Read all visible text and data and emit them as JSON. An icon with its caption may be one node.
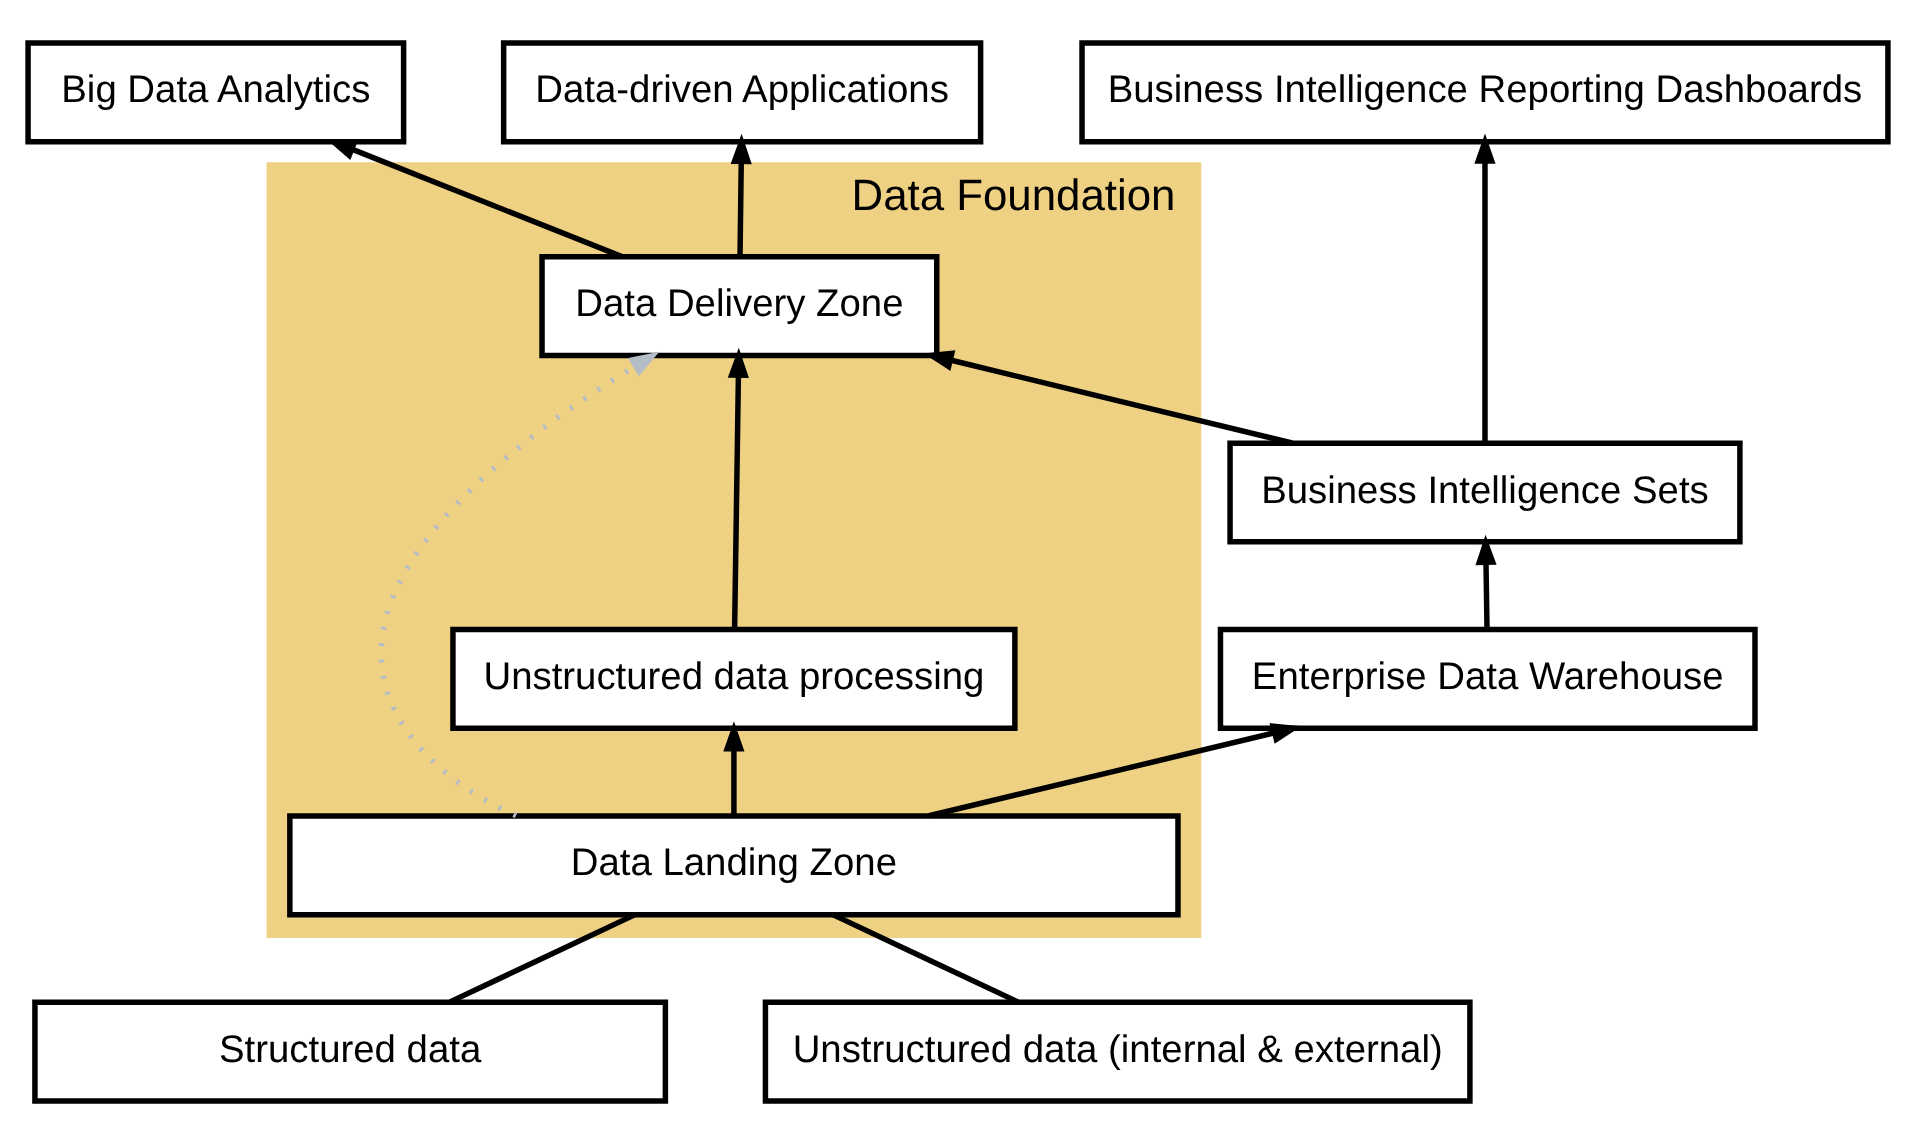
{
  "diagram": {
    "nodes": [
      {
        "text": [
          "Business Intelligence Reporting Dashboards"
        ]
      },
      {
        "text": [
          "Big Data Analytics"
        ]
      },
      {
        "text": [
          "Data-driven Applications"
        ]
      },
      {
        "text": [
          "Data Foundation"
        ]
      },
      {
        "text": [
          "Data Delivery Zone"
        ],
        "in": 3
      },
      {
        "text": [
          "Business Intelligence Sets"
        ]
      },
      {
        "text": [
          "Enterprise Data Warehouse"
        ]
      },
      {
        "text": [
          "Unstructured data processing"
        ],
        "in": 3
      },
      {
        "text": [
          "Data Landing Zone"
        ],
        "in": 3
      },
      {
        "text": [
          "Structured data"
        ]
      },
      {
        "text": [
          "Unstructured data (internal & external)"
        ]
      }
    ],
    "edges": [
      {
        "from": 9,
        "to": 8,
        "arrow": "none"
      },
      {
        "from": 10,
        "to": 8,
        "arrow": "none"
      },
      {
        "from": 8,
        "to": 6,
        "arrow": "to"
      },
      {
        "from": 8,
        "to": 7,
        "arrow": "to"
      },
      {
        "from": 6,
        "to": 5,
        "arrow": "to"
      },
      {
        "from": 5,
        "to": 0,
        "arrow": "to"
      },
      {
        "from": 5,
        "to": 4,
        "arrow": "to"
      },
      {
        "from": 7,
        "to": 4,
        "arrow": "to"
      },
      {
        "from": 4,
        "to": 1,
        "arrow": "to"
      },
      {
        "from": 4,
        "to": 2,
        "arrow": "to"
      },
      {
        "from": 8,
        "to": 4,
        "arrow": "to",
        "style": "dashed",
        "color": "#b4bcc8"
      }
    ]
  }
}
